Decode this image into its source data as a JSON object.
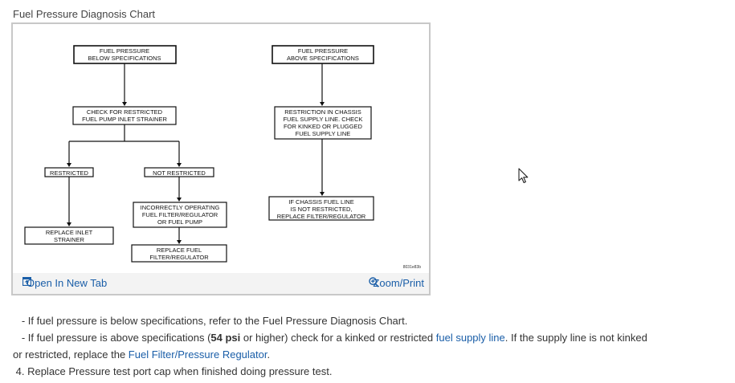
{
  "figure": {
    "caption": "Fuel Pressure Diagnosis Chart",
    "chart_id": "8031e83b",
    "open_tab_label": "Open In New Tab",
    "zoom_label": "Zoom/Print",
    "nodes": {
      "below": [
        "FUEL PRESSURE",
        "BELOW SPECIFICATIONS"
      ],
      "above": [
        "FUEL PRESSURE",
        "ABOVE SPECIFICATIONS"
      ],
      "check_strainer": [
        "CHECK FOR RESTRICTED",
        "FUEL PUMP INLET STRAINER"
      ],
      "restriction_chassis": [
        "RESTRICTION IN CHASSIS",
        "FUEL SUPPLY LINE. CHECK",
        "FOR KINKED OR PLUGGED",
        "FUEL SUPPLY LINE"
      ],
      "restricted": [
        "RESTRICTED"
      ],
      "not_restricted": [
        "NOT RESTRICTED"
      ],
      "incorrect": [
        "INCORRECTLY OPERATING",
        "FUEL FILTER/REGULATOR",
        "OR FUEL PUMP"
      ],
      "if_chassis": [
        "IF CHASSIS FUEL LINE",
        "IS NOT RESTRICTED,",
        "REPLACE FILTER/REGULATOR"
      ],
      "replace_inlet": [
        "REPLACE INLET",
        "STRAINER"
      ],
      "replace_fuel": [
        "REPLACE FUEL",
        "FILTER/REGULATOR"
      ]
    }
  },
  "content": {
    "line1": "-  If fuel pressure is below specifications, refer to the Fuel Pressure Diagnosis Chart.",
    "line2_pre": "-  If fuel pressure is above specifications (",
    "line2_bold": "54 psi",
    "line2_mid": " or higher) check for a kinked or restricted ",
    "line2_link": "fuel supply line",
    "line2_post": ". If the supply line is not kinked",
    "line3_pre": "or restricted, replace the ",
    "line3_link": "Fuel Filter/Pressure Regulator",
    "line3_post": ".",
    "line4": "4. Replace Pressure test port cap when finished doing pressure test."
  },
  "icons": {
    "open_tab": "open-new-tab-icon",
    "zoom": "zoom-icon",
    "cursor": "mouse-pointer-icon"
  },
  "colors": {
    "link": "#1a5ea8",
    "text": "#333333",
    "frame": "#c8c8c8",
    "bar": "#f3f3f3"
  }
}
